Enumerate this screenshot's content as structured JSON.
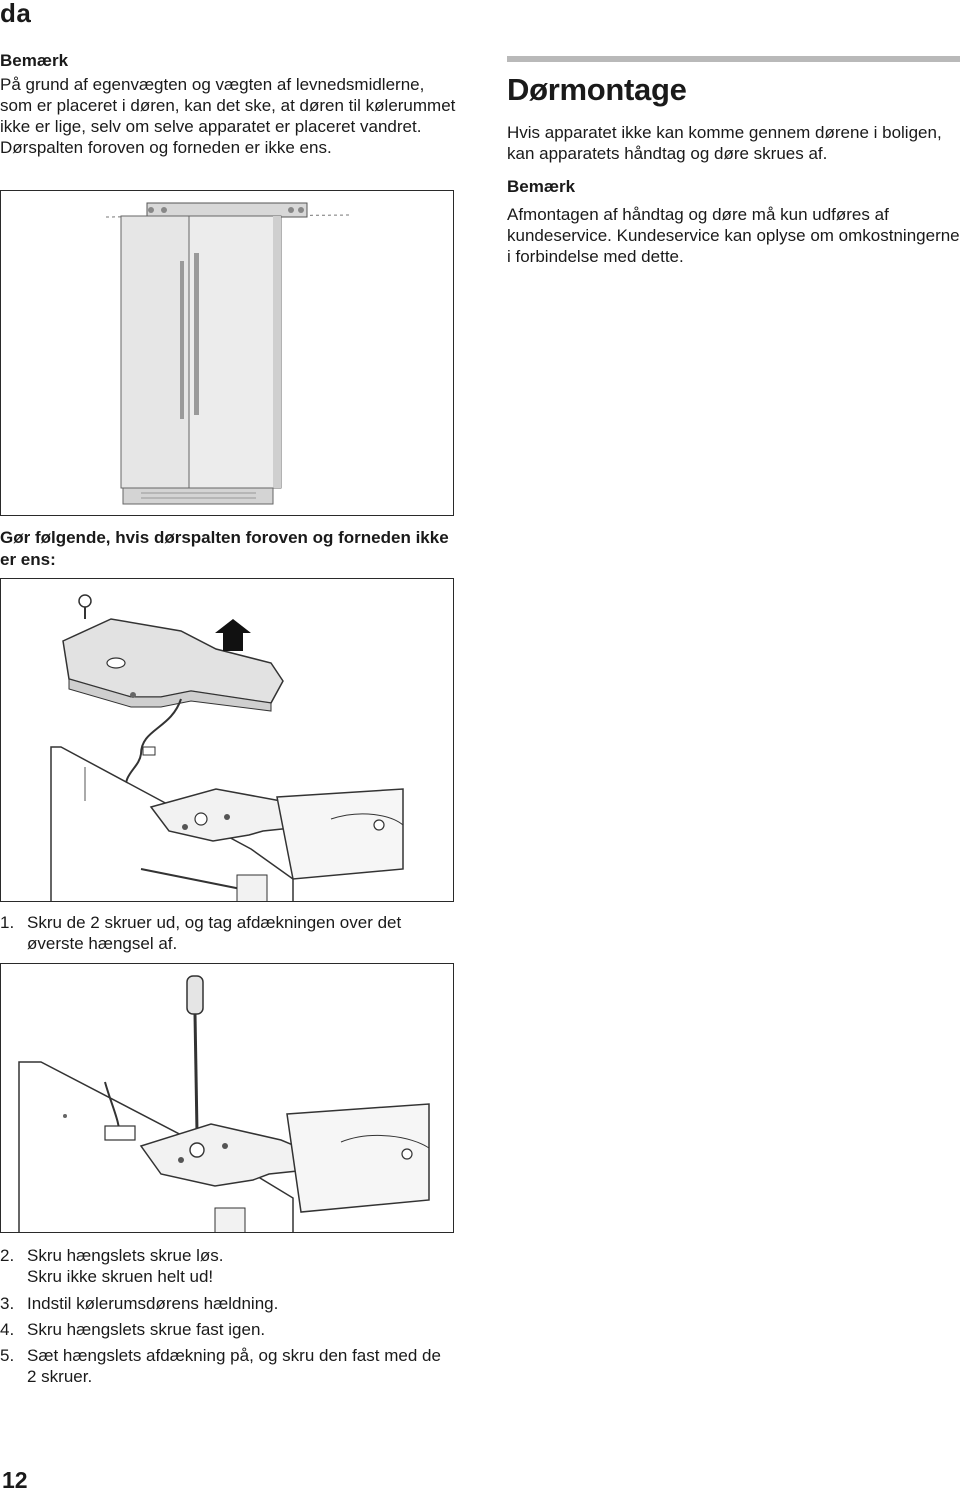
{
  "header": {
    "lang": "da"
  },
  "left_note": {
    "heading": "Bemærk",
    "body": "På grund af egenvægten og vægten af levnedsmidlerne, som er placeret i døren, kan det ske, at døren til kølerummet ikke er lige, selv om selve apparatet er placeret vandret. Dørspalten foroven og forneden er ikke ens."
  },
  "right": {
    "title": "Dørmontage",
    "intro": "Hvis apparatet ikke kan komme gennem dørene i boligen, kan apparatets håndtag og døre skrues af.",
    "note_heading": "Bemærk",
    "note_body": "Afmontagen af håndtag og døre må kun udføres af kundeservice. Kundeservice kan oplyse om omkostningerne i forbindelse med dette."
  },
  "procedure": {
    "heading": "Gør følgende, hvis dørspalten foroven og forneden ikke er ens:",
    "steps": [
      {
        "num": "1.",
        "text": "Skru de 2 skruer ud, og tag afdækningen over det øverste hængsel af."
      },
      {
        "num": "2.",
        "text": "Skru hængslets skrue løs.",
        "text2": "Skru ikke skruen helt ud!"
      },
      {
        "num": "3.",
        "text": "Indstil kølerumsdørens hældning."
      },
      {
        "num": "4.",
        "text": "Skru hængslets skrue fast igen."
      },
      {
        "num": "5.",
        "text": "Sæt hængslets afdækning på, og skru den fast med de 2 skruer."
      }
    ]
  },
  "footer": {
    "page_number": "12"
  }
}
